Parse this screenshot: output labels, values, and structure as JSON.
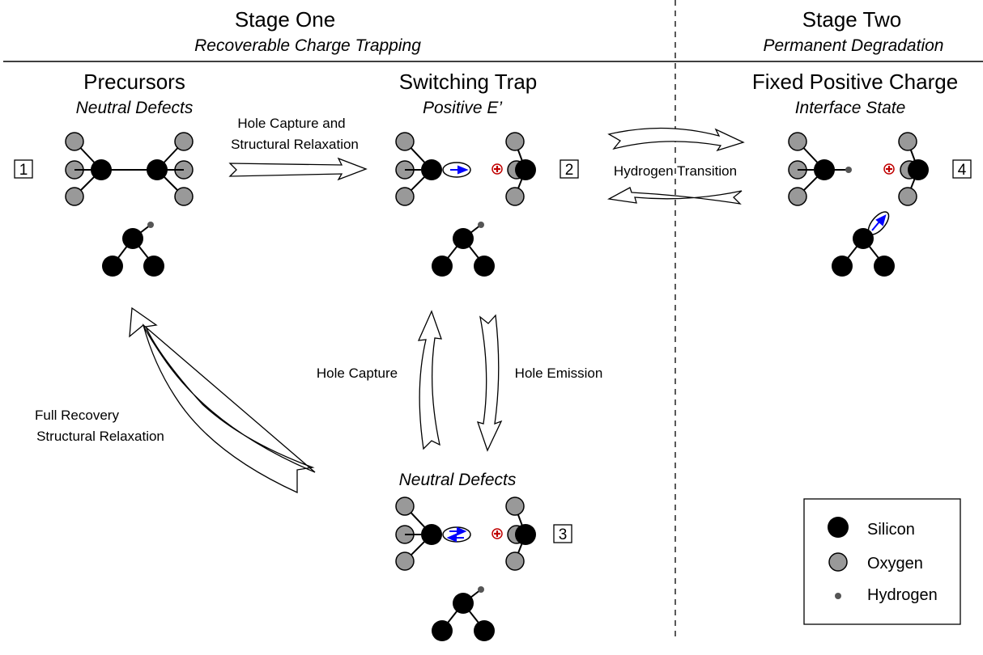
{
  "stages": [
    {
      "title": "Stage One",
      "subtitle": "Recoverable Charge Trapping"
    },
    {
      "title": "Stage Two",
      "subtitle": "Permanent Degradation"
    }
  ],
  "states": [
    {
      "id": "1",
      "title": "Precursors",
      "subtitle": "Neutral Defects"
    },
    {
      "id": "2",
      "title": "Switching Trap",
      "subtitle": "Positive E’"
    },
    {
      "id": "3",
      "title": "",
      "subtitle": "Neutral Defects"
    },
    {
      "id": "4",
      "title": "Fixed Positive Charge",
      "subtitle": "Interface State"
    }
  ],
  "transitions": {
    "hole_capture_relaxation": [
      "Hole Capture and",
      "Structural Relaxation"
    ],
    "hydrogen_transition": "Hydrogen Transition",
    "hole_capture": "Hole Capture",
    "hole_emission": "Hole Emission",
    "full_recovery": [
      "Full Recovery",
      "Structural Relaxation"
    ]
  },
  "legend": {
    "items": [
      {
        "atom": "silicon",
        "label": "Silicon"
      },
      {
        "atom": "oxygen",
        "label": "Oxygen"
      },
      {
        "atom": "hydrogen",
        "label": "Hydrogen"
      }
    ]
  },
  "colors": {
    "silicon": "#000000",
    "oxygen": "#999999",
    "hydrogen": "#555555",
    "spin": "#0000ff",
    "positive_charge": "#c00000"
  }
}
